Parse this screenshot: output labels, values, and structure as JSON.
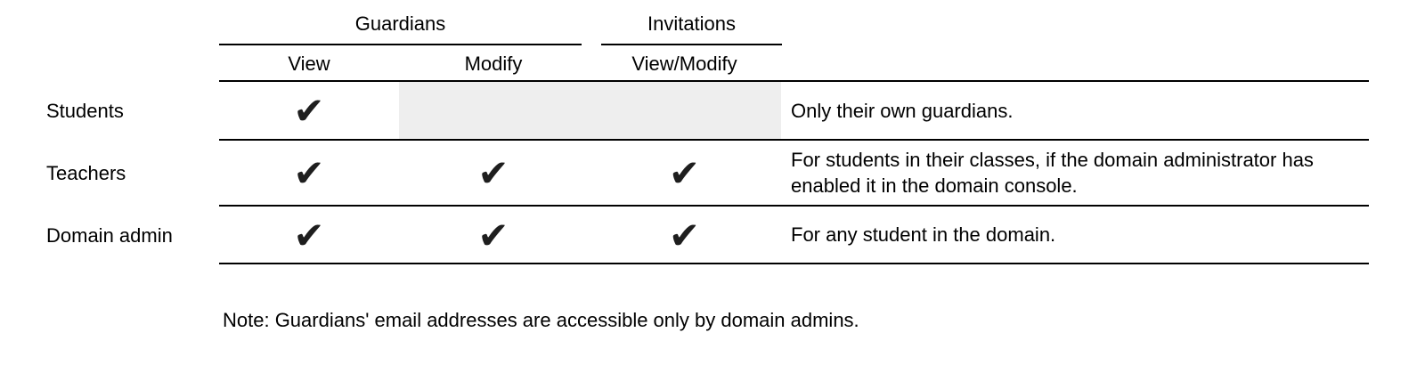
{
  "colors": {
    "text": "#000000",
    "rule": "#000000",
    "shaded_cell": "#eeeeee",
    "checkmark": "#1e1e1e"
  },
  "table": {
    "column_groups": [
      {
        "label": "Guardians"
      },
      {
        "label": "Invitations"
      }
    ],
    "sub_headers": {
      "view": "View",
      "modify": "Modify",
      "view_modify": "View/Modify"
    },
    "checkmark_glyph": "✔",
    "rows": [
      {
        "label": "Students",
        "view": true,
        "modify": false,
        "view_modify": false,
        "modify_viewmodify_shaded": true,
        "note": "Only their own guardians."
      },
      {
        "label": "Teachers",
        "view": true,
        "modify": true,
        "view_modify": true,
        "modify_viewmodify_shaded": false,
        "note": "For students in their classes, if the domain administrator has enabled it in the domain console."
      },
      {
        "label": "Domain admin",
        "view": true,
        "modify": true,
        "view_modify": true,
        "modify_viewmodify_shaded": false,
        "note": "For any student in the domain."
      }
    ]
  },
  "footnote": "Note: Guardians' email addresses are accessible only by domain admins."
}
